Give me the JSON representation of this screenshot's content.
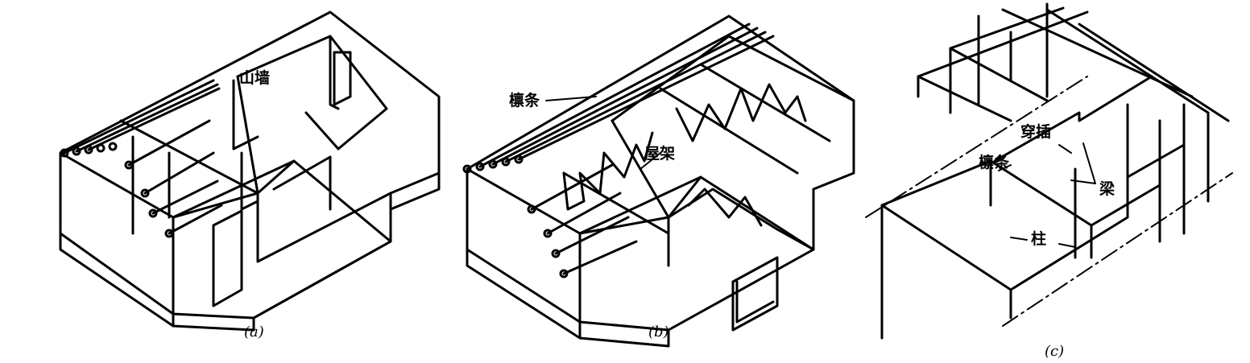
{
  "figures": [
    {
      "caption": "(a)",
      "labels": [
        "山墙"
      ]
    },
    {
      "caption": "(b)",
      "labels": [
        "檩条",
        "屋架"
      ]
    },
    {
      "caption": "(c)",
      "labels": [
        "穿插",
        "檩条",
        "梁",
        "柱"
      ]
    }
  ],
  "colors": {
    "line": "#000000",
    "background": "#ffffff"
  }
}
